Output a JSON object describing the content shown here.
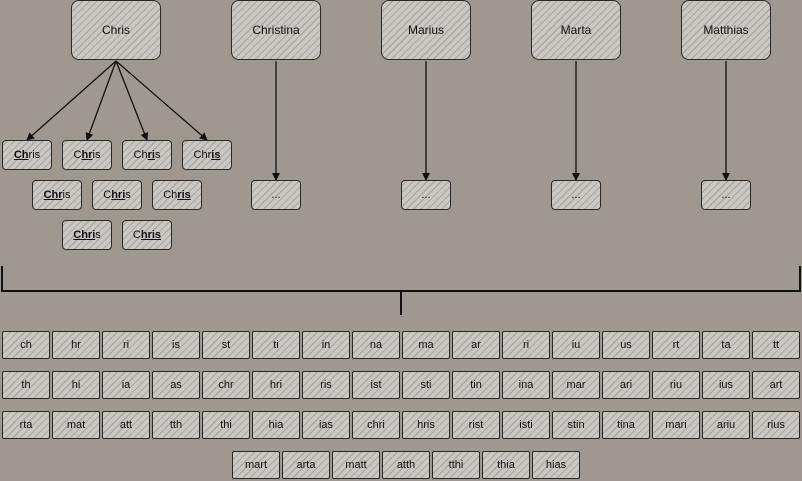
{
  "parents": [
    "Chris",
    "Christina",
    "Marius",
    "Marta",
    "Matthias"
  ],
  "chris_variants": [
    {
      "pre": "",
      "hl": "Ch",
      "post": "ris"
    },
    {
      "pre": "C",
      "hl": "hr",
      "post": "is"
    },
    {
      "pre": "Ch",
      "hl": "ri",
      "post": "s"
    },
    {
      "pre": "Chr",
      "hl": "is",
      "post": ""
    },
    {
      "pre": "",
      "hl": "Chr",
      "post": "is"
    },
    {
      "pre": "C",
      "hl": "hri",
      "post": "s"
    },
    {
      "pre": "Ch",
      "hl": "ris",
      "post": ""
    },
    {
      "pre": "",
      "hl": "Chri",
      "post": "s"
    },
    {
      "pre": "C",
      "hl": "hris",
      "post": ""
    }
  ],
  "placeholder": "...",
  "tokens": [
    [
      "ch",
      "hr",
      "ri",
      "is",
      "st",
      "ti",
      "in",
      "na",
      "ma",
      "ar",
      "ri",
      "iu",
      "us",
      "rt",
      "ta",
      "tt"
    ],
    [
      "th",
      "hi",
      "ia",
      "as",
      "chr",
      "hri",
      "ris",
      "ist",
      "sti",
      "tin",
      "ina",
      "mar",
      "ari",
      "riu",
      "ius",
      "art"
    ],
    [
      "rta",
      "mat",
      "att",
      "tth",
      "thi",
      "hia",
      "ias",
      "chri",
      "hris",
      "rist",
      "isti",
      "stin",
      "tina",
      "mari",
      "ariu",
      "rius"
    ],
    [
      "mart",
      "arta",
      "matt",
      "atth",
      "tthi",
      "thia",
      "hias"
    ]
  ]
}
